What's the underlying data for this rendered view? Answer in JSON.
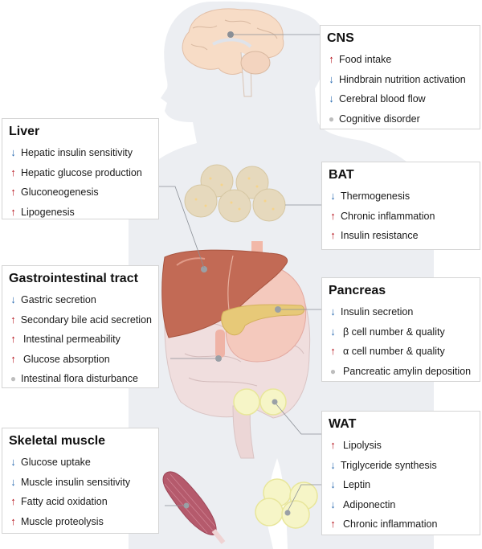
{
  "colors": {
    "increase_arrow": "#b5121b",
    "decrease_arrow": "#2d6cb0",
    "neutral_dot": "#bdbdbd",
    "body_silhouette": "#eceef2",
    "brain": "#f7dcc6",
    "liver": "#c26a55",
    "stomach": "#f3c4b8",
    "pancreas": "#e7c978",
    "intestine": "#efd9d9",
    "bat_cells": "#e9dcc2",
    "wat_cells": "#f6f5c7",
    "muscle": "#b55a6c",
    "leader_line": "#8a8f96"
  },
  "legend": {
    "up_symbol": "↑",
    "down_symbol": "↓",
    "dot_symbol": "●"
  },
  "panels": {
    "cns": {
      "title": "CNS",
      "items": [
        {
          "dir": "up",
          "text": "Food intake"
        },
        {
          "dir": "down",
          "text": "Hindbrain nutrition activation"
        },
        {
          "dir": "down",
          "text": "Cerebral blood flow"
        },
        {
          "dir": "dot",
          "text": "Cognitive disorder"
        }
      ]
    },
    "liver": {
      "title": "Liver",
      "items": [
        {
          "dir": "down",
          "text": "Hepatic insulin sensitivity"
        },
        {
          "dir": "up",
          "text": "Hepatic glucose production"
        },
        {
          "dir": "up",
          "text": "Gluconeogenesis"
        },
        {
          "dir": "up",
          "text": "Lipogenesis"
        }
      ]
    },
    "bat": {
      "title": "BAT",
      "items": [
        {
          "dir": "down",
          "text": "Thermogenesis"
        },
        {
          "dir": "up",
          "text": "Chronic inflammation"
        },
        {
          "dir": "up",
          "text": "Insulin resistance"
        }
      ]
    },
    "gi": {
      "title": "Gastrointestinal tract",
      "items": [
        {
          "dir": "down",
          "text": "Gastric secretion"
        },
        {
          "dir": "up",
          "text": "Secondary bile acid secretion"
        },
        {
          "dir": "up",
          "text": "Intestinal permeability"
        },
        {
          "dir": "up",
          "text": "Glucose absorption"
        },
        {
          "dir": "dot",
          "text": "Intestinal flora disturbance"
        }
      ]
    },
    "pancreas": {
      "title": "Pancreas",
      "items": [
        {
          "dir": "down",
          "text": "Insulin secretion"
        },
        {
          "dir": "down",
          "text": "β cell number & quality"
        },
        {
          "dir": "up",
          "text": "α cell number & quality"
        },
        {
          "dir": "dot",
          "text": "Pancreatic amylin deposition"
        }
      ]
    },
    "skeletal_muscle": {
      "title": "Skeletal muscle",
      "items": [
        {
          "dir": "down",
          "text": "Glucose uptake"
        },
        {
          "dir": "down",
          "text": "Muscle insulin sensitivity"
        },
        {
          "dir": "up",
          "text": "Fatty acid oxidation"
        },
        {
          "dir": "up",
          "text": "Muscle proteolysis"
        }
      ]
    },
    "wat": {
      "title": "WAT",
      "items": [
        {
          "dir": "up",
          "text": "Lipolysis"
        },
        {
          "dir": "down",
          "text": "Triglyceride synthesis"
        },
        {
          "dir": "down",
          "text": "Leptin"
        },
        {
          "dir": "down",
          "text": "Adiponectin"
        },
        {
          "dir": "up",
          "text": "Chronic inflammation"
        }
      ]
    }
  }
}
